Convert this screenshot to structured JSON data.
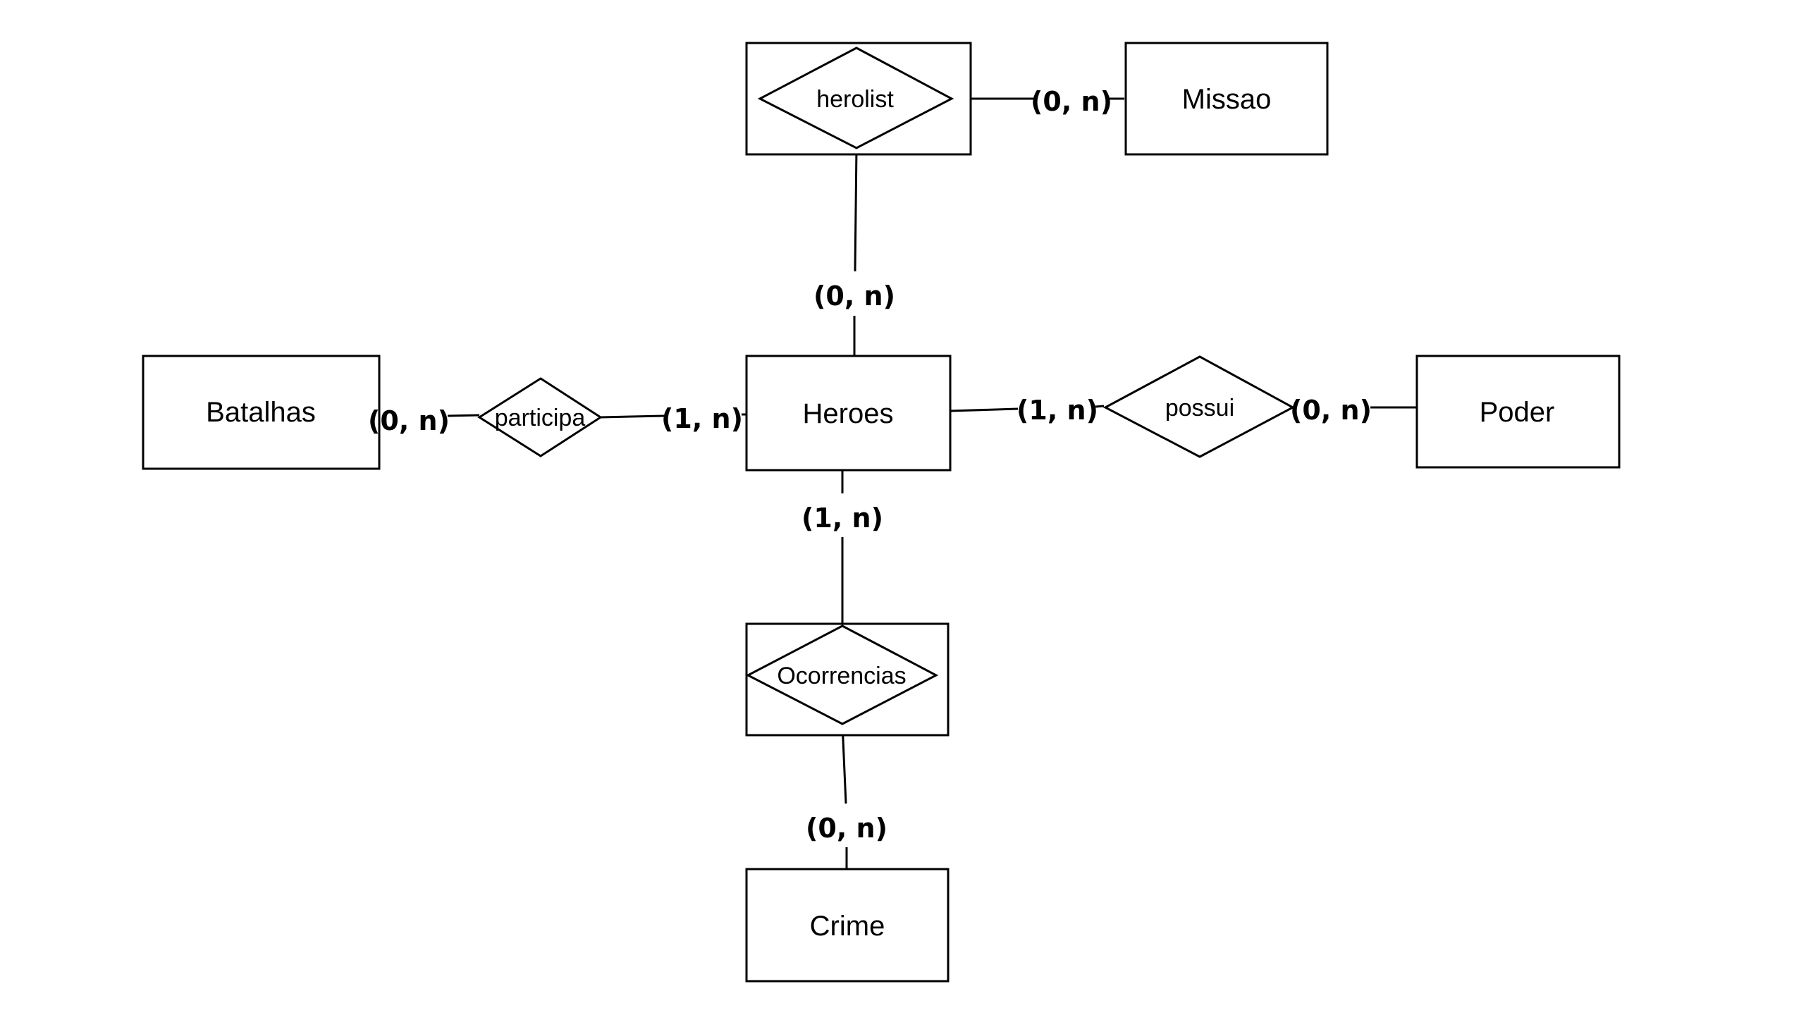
{
  "entities": {
    "heroes": "Heroes",
    "batalhas": "Batalhas",
    "poder": "Poder",
    "missao": "Missao",
    "crime": "Crime"
  },
  "relationships": {
    "herolist": "herolist",
    "participa": "participa",
    "possui": "possui",
    "ocorrencias": "Ocorrencias"
  },
  "cardinalities": {
    "herolist_missao": "(0, n)",
    "herolist_heroes": "(0, n)",
    "batalhas_participa": "(0, n)",
    "participa_heroes": "(1, n)",
    "heroes_possui": "(1, n)",
    "possui_poder": "(0, n)",
    "heroes_ocorrencias": "(1, n)",
    "ocorrencias_crime": "(0, n)"
  },
  "colors": {
    "stroke": "#000000",
    "background": "#ffffff"
  }
}
